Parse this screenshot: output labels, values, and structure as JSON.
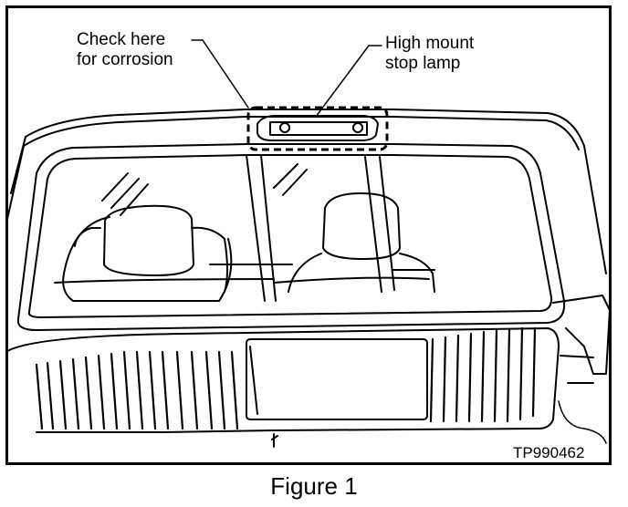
{
  "callouts": {
    "corrosion_line1": "Check here",
    "corrosion_line2": "for corrosion",
    "lamp_line1": "High mount",
    "lamp_line2": "stop lamp"
  },
  "part_code": "TP990462",
  "caption": "Figure 1"
}
